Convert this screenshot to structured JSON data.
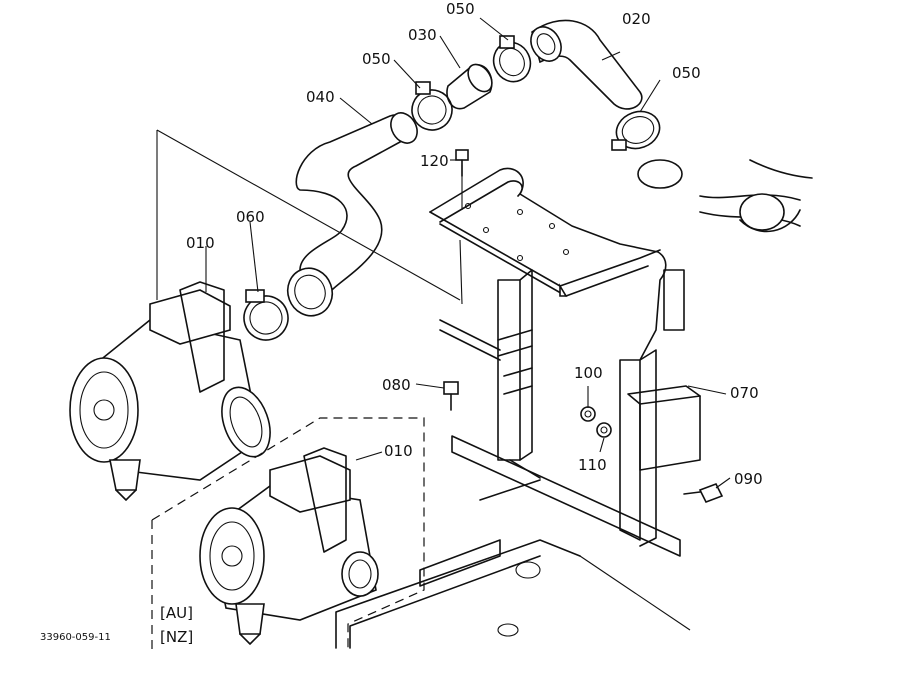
{
  "diagram": {
    "parts": [
      {
        "id": "part-020",
        "label": "020"
      },
      {
        "id": "part-030",
        "label": "030"
      },
      {
        "id": "part-040",
        "label": "040"
      },
      {
        "id": "part-050-a",
        "label": "050"
      },
      {
        "id": "part-050-b",
        "label": "050"
      },
      {
        "id": "part-050-c",
        "label": "050"
      },
      {
        "id": "part-060",
        "label": "060"
      },
      {
        "id": "part-010-a",
        "label": "010"
      },
      {
        "id": "part-010-b",
        "label": "010"
      },
      {
        "id": "part-120",
        "label": "120"
      },
      {
        "id": "part-080",
        "label": "080"
      },
      {
        "id": "part-100",
        "label": "100"
      },
      {
        "id": "part-110",
        "label": "110"
      },
      {
        "id": "part-070",
        "label": "070"
      },
      {
        "id": "part-090",
        "label": "090"
      }
    ],
    "variant_labels": [
      "[AU]",
      "[NZ]"
    ],
    "reference_code": "33960-059-11"
  }
}
